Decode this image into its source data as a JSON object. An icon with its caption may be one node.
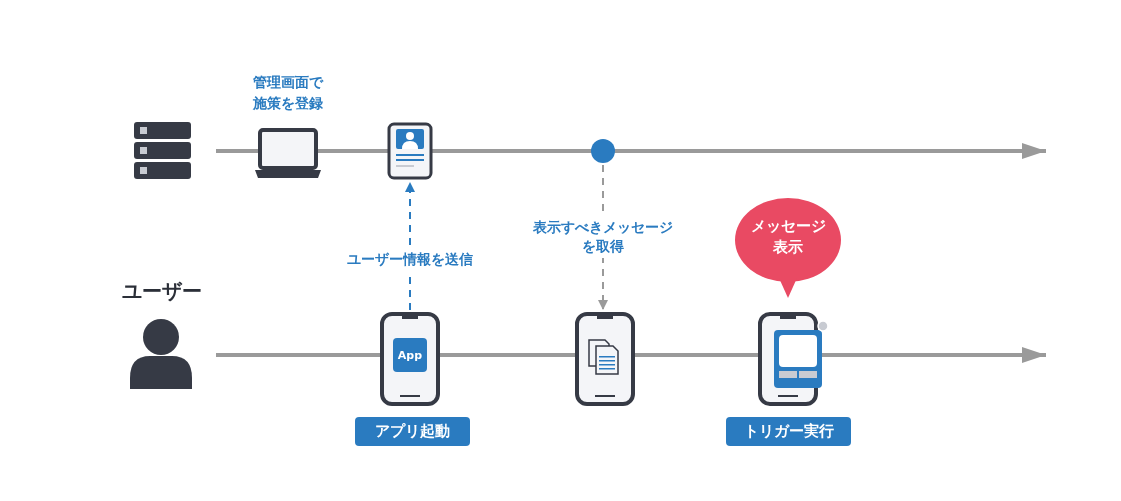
{
  "diagram": {
    "nodes": [
      {
        "text": [],
        "shape": "laptop",
        "beside": [
          "管理画面で施策を登録"
        ]
      },
      {
        "text": [],
        "shape": "card"
      },
      {
        "text": [],
        "shape": "circle"
      },
      {
        "text": [
          "App"
        ]
      },
      {
        "text": [
          "アプリ起動"
        ]
      },
      {
        "text": [],
        "shape": "phone"
      },
      {
        "text": [],
        "shape": "phone"
      },
      {
        "text": [
          "メッセージ表示"
        ]
      },
      {
        "text": [
          "トリガー実行"
        ]
      }
    ],
    "edges": [
      {
        "from": 3,
        "to": 1,
        "arrow": "to",
        "label": "ユーザー情報を送信",
        "style": "dashed",
        "color": "#2a7bc0"
      },
      {
        "from": 2,
        "to": 5,
        "arrow": "to",
        "label": "表示すべきメッセージを取得",
        "style": "dashed",
        "color": "#9a9a9a"
      }
    ],
    "labels": [
      "ユーザー"
    ]
  }
}
